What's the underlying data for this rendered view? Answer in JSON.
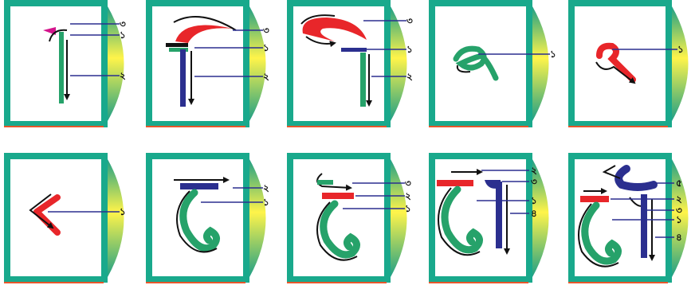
{
  "colors": {
    "frame": "#19a98c",
    "inner": "#ffffff",
    "blue": "#2b2f8f",
    "red": "#e8262a",
    "green": "#26a26a",
    "black": "#111111",
    "magenta": "#d4148c",
    "underline": "#e8562a"
  },
  "rows": [
    {
      "panels": [
        {
          "step_labels": [
            "৩",
            "১",
            "২"
          ]
        },
        {
          "step_labels": [
            "৩",
            "১",
            "২"
          ]
        },
        {
          "step_labels": [
            "৩",
            "১",
            "২"
          ]
        },
        {
          "step_labels": [
            "১"
          ]
        },
        {
          "step_labels": [
            "১"
          ]
        }
      ]
    },
    {
      "panels": [
        {
          "step_labels": [
            "১"
          ]
        },
        {
          "step_labels": [
            "২",
            "১"
          ]
        },
        {
          "step_labels": [
            "৩",
            "২",
            "১"
          ]
        },
        {
          "step_labels": [
            "২",
            "৩",
            "১",
            "৪"
          ]
        },
        {
          "step_labels": [
            "৫",
            "২",
            "৩",
            "১",
            "৪"
          ]
        }
      ]
    }
  ]
}
